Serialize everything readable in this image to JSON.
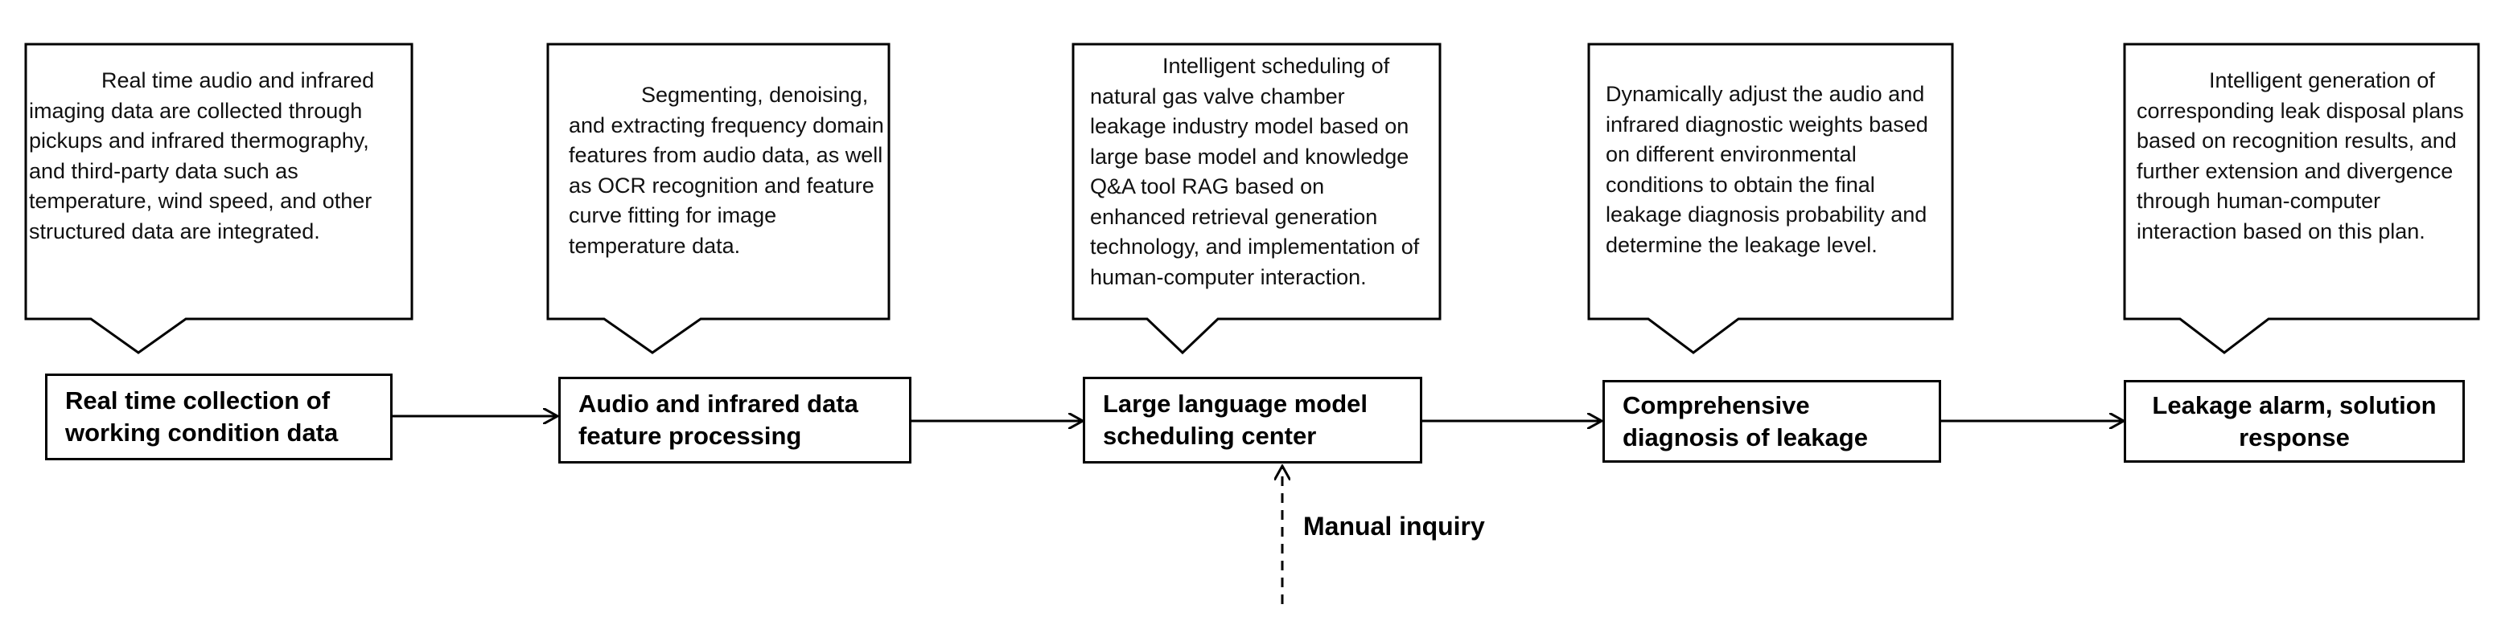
{
  "callouts": [
    {
      "text": "Real time audio and infrared imaging data are collected through pickups and infrared thermography, and third-party data such as temperature, wind speed, and other structured data are integrated."
    },
    {
      "text": "Segmenting, denoising, and extracting frequency domain features from audio data, as well as OCR recognition and feature curve fitting for image temperature data."
    },
    {
      "text": "Intelligent scheduling of natural gas valve chamber leakage industry model based on large base model and knowledge Q&A tool RAG based on enhanced retrieval generation technology, and implementation of human-computer interaction."
    },
    {
      "text": "Dynamically adjust the audio and infrared diagnostic weights based on different environmental conditions to obtain the final leakage diagnosis probability and determine the leakage level."
    },
    {
      "text": "Intelligent generation of corresponding leak disposal plans based on recognition results, and further extension and divergence through human-computer interaction based on this plan."
    }
  ],
  "steps": [
    {
      "label": "Real time collection of working condition data"
    },
    {
      "label": "Audio and infrared data feature processing"
    },
    {
      "label": "Large language model scheduling center"
    },
    {
      "label": "Comprehensive diagnosis of leakage"
    },
    {
      "label": "Leakage alarm, solution response"
    }
  ],
  "manual_input": {
    "label": "Manual inquiry"
  }
}
